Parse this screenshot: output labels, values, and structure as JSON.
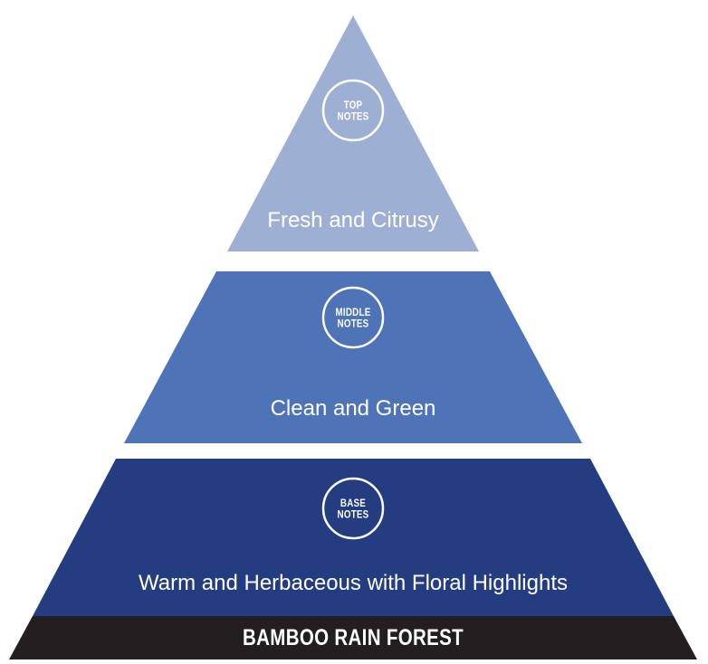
{
  "diagram": {
    "name": "fragrance-notes-pyramid",
    "tiers": [
      {
        "badge_line1": "TOP",
        "badge_line2": "NOTES",
        "description": "Fresh and Citrusy",
        "color": "#9DB0D3"
      },
      {
        "badge_line1": "MIDDLE",
        "badge_line2": "NOTES",
        "description": "Clean and Green",
        "color": "#4E73B7"
      },
      {
        "badge_line1": "BASE",
        "badge_line2": "NOTES",
        "description": "Warm and Herbaceous with Floral Highlights",
        "color": "#243D80"
      }
    ],
    "footer": {
      "label": "BAMBOO RAIN FOREST",
      "bg_color": "#231F20",
      "text_color": "#FFFFFF"
    }
  }
}
